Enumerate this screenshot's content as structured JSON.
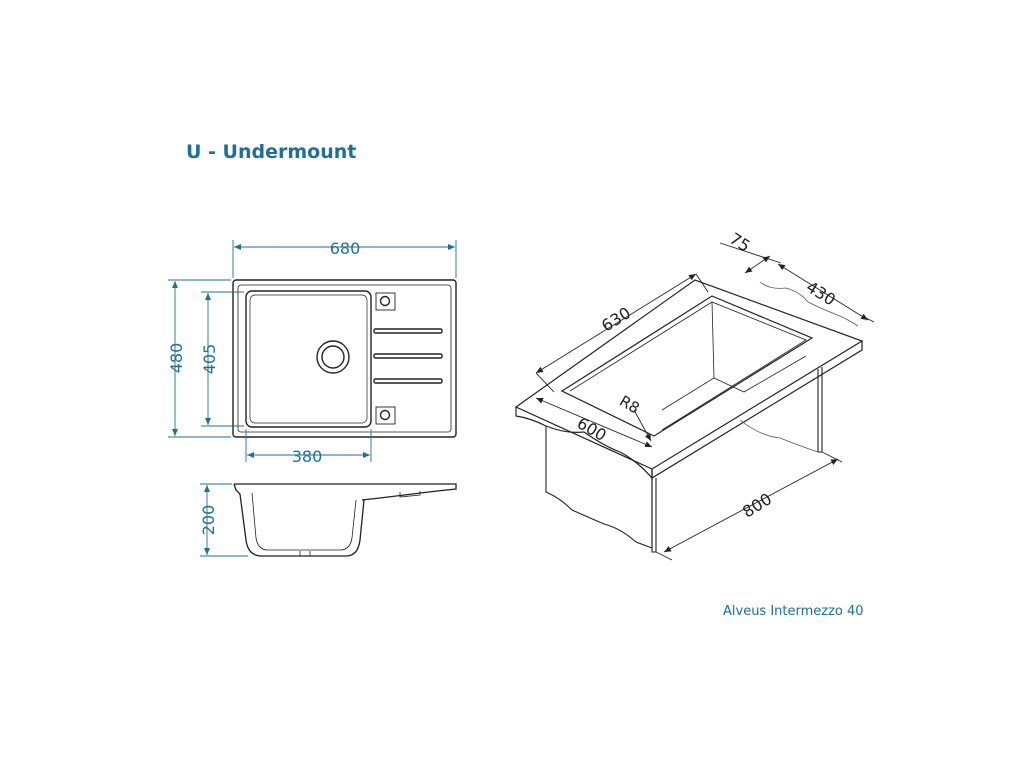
{
  "title": "U - Undermount",
  "caption": "Alveus Intermezzo 40",
  "colors": {
    "accent": "#1f6f96",
    "line": "#222222"
  },
  "top_view": {
    "width_label": "680",
    "height_label": "480",
    "inner_height_label": "405",
    "bowl_width_label": "380"
  },
  "side_view": {
    "depth_label": "200"
  },
  "iso_view": {
    "length_label": "630",
    "thickness_label": "75",
    "inner_width_label": "430",
    "cabinet_width_label": "600",
    "radius_label": "R8",
    "cabinet_length_label": "800"
  }
}
